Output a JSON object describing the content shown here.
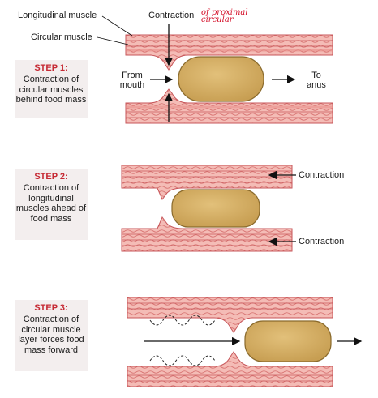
{
  "labels": {
    "longitudinal": "Longitudinal muscle",
    "circular": "Circular muscle",
    "contraction": "Contraction",
    "from_mouth": "From mouth",
    "to_anus": "To anus"
  },
  "handwritten_note": "of proximal circular",
  "steps": [
    {
      "heading": "STEP 1:",
      "text": "Contraction of circular muscles behind food mass"
    },
    {
      "heading": "STEP 2:",
      "text": "Contraction of longitudinal muscles ahead of food mass"
    },
    {
      "heading": "STEP 3:",
      "text": "Contraction of circular muscle layer forces food mass forward"
    }
  ],
  "colors": {
    "muscle_pink": "#f2b3b0",
    "muscle_line": "#c7565a",
    "mucosa": "#f6cfc9",
    "food": "#d9b46a",
    "food_edge": "#8a6a2c",
    "step_red": "#c62a34"
  }
}
